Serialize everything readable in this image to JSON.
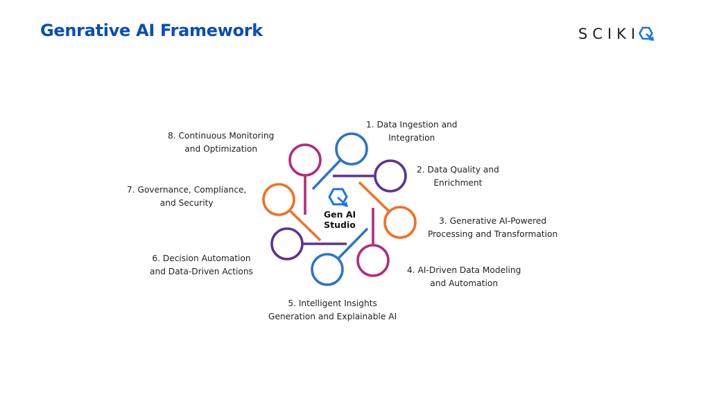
{
  "header": {
    "title": "Genrative AI Framework",
    "logo_text": "SCIKI",
    "logo_icon": "scikiq-q-hexagon-icon"
  },
  "colors": {
    "title": "#0a4cba",
    "blue": "#2e74c4",
    "purple": "#5b3493",
    "orange": "#f07022",
    "magenta": "#b42b7c",
    "logo_accent": "#1a73e8"
  },
  "hub": {
    "icon": "scikiq-hexagon-icon",
    "line1": "Gen AI",
    "line2": "Studio"
  },
  "steps": [
    {
      "number": 1,
      "line1": "1. Data Ingestion and",
      "line2": "Integration",
      "color": "blue"
    },
    {
      "number": 2,
      "line1": "2. Data Quality and",
      "line2": "Enrichment",
      "color": "purple"
    },
    {
      "number": 3,
      "line1": "3. Generative AI-Powered",
      "line2": "Processing and Transformation",
      "color": "orange"
    },
    {
      "number": 4,
      "line1": "4. AI-Driven Data Modeling",
      "line2": "and Automation",
      "color": "magenta"
    },
    {
      "number": 5,
      "line1": "5. Intelligent Insights",
      "line2": "Generation and Explainable AI",
      "color": "blue"
    },
    {
      "number": 6,
      "line1": "6. Decision Automation",
      "line2": "and Data-Driven Actions",
      "color": "purple"
    },
    {
      "number": 7,
      "line1": "7. Governance, Compliance,",
      "line2": "and Security",
      "color": "orange"
    },
    {
      "number": 8,
      "line1": "8. Continuous Monitoring",
      "line2": "and Optimization",
      "color": "magenta"
    }
  ]
}
